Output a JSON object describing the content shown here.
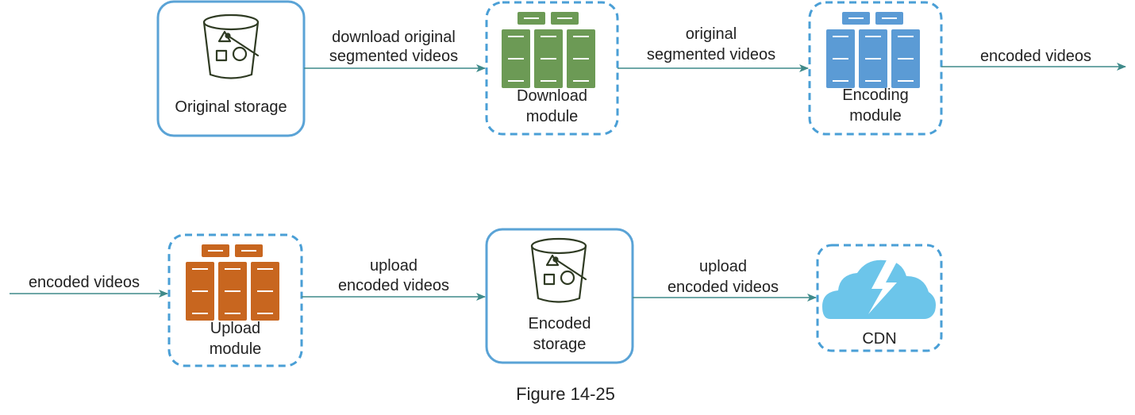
{
  "colors": {
    "storage_border": "#5aa3d6",
    "module_border": "#4a9fd6",
    "arrow": "#3f8a8a",
    "download_servers": "#6c9a55",
    "encoding_servers": "#5b9bd5",
    "upload_servers": "#c8661f",
    "bucket_stroke": "#2f3b23",
    "cdn_cloud": "#6cc5ea"
  },
  "nodes": {
    "original_storage": {
      "label": "Original storage",
      "icon": "bucket-icon"
    },
    "download_module": {
      "label_line1": "Download",
      "label_line2": "module",
      "icon": "server-rack-icon"
    },
    "encoding_module": {
      "label_line1": "Encoding",
      "label_line2": "module",
      "icon": "server-rack-icon"
    },
    "upload_module": {
      "label_line1": "Upload",
      "label_line2": "module",
      "icon": "server-rack-icon"
    },
    "encoded_storage": {
      "label_line1": "Encoded",
      "label_line2": "storage",
      "icon": "bucket-icon"
    },
    "cdn": {
      "label": "CDN",
      "icon": "cloud-lightning-icon"
    }
  },
  "edges": {
    "e1": {
      "line1": "download original",
      "line2": "segmented videos"
    },
    "e2": {
      "line1": "original",
      "line2": "segmented videos"
    },
    "e3": {
      "line1": "encoded videos"
    },
    "e4": {
      "line1": "encoded videos"
    },
    "e5": {
      "line1": "upload",
      "line2": "encoded videos"
    },
    "e6": {
      "line1": "upload",
      "line2": "encoded videos"
    }
  },
  "caption": "Figure 14-25"
}
